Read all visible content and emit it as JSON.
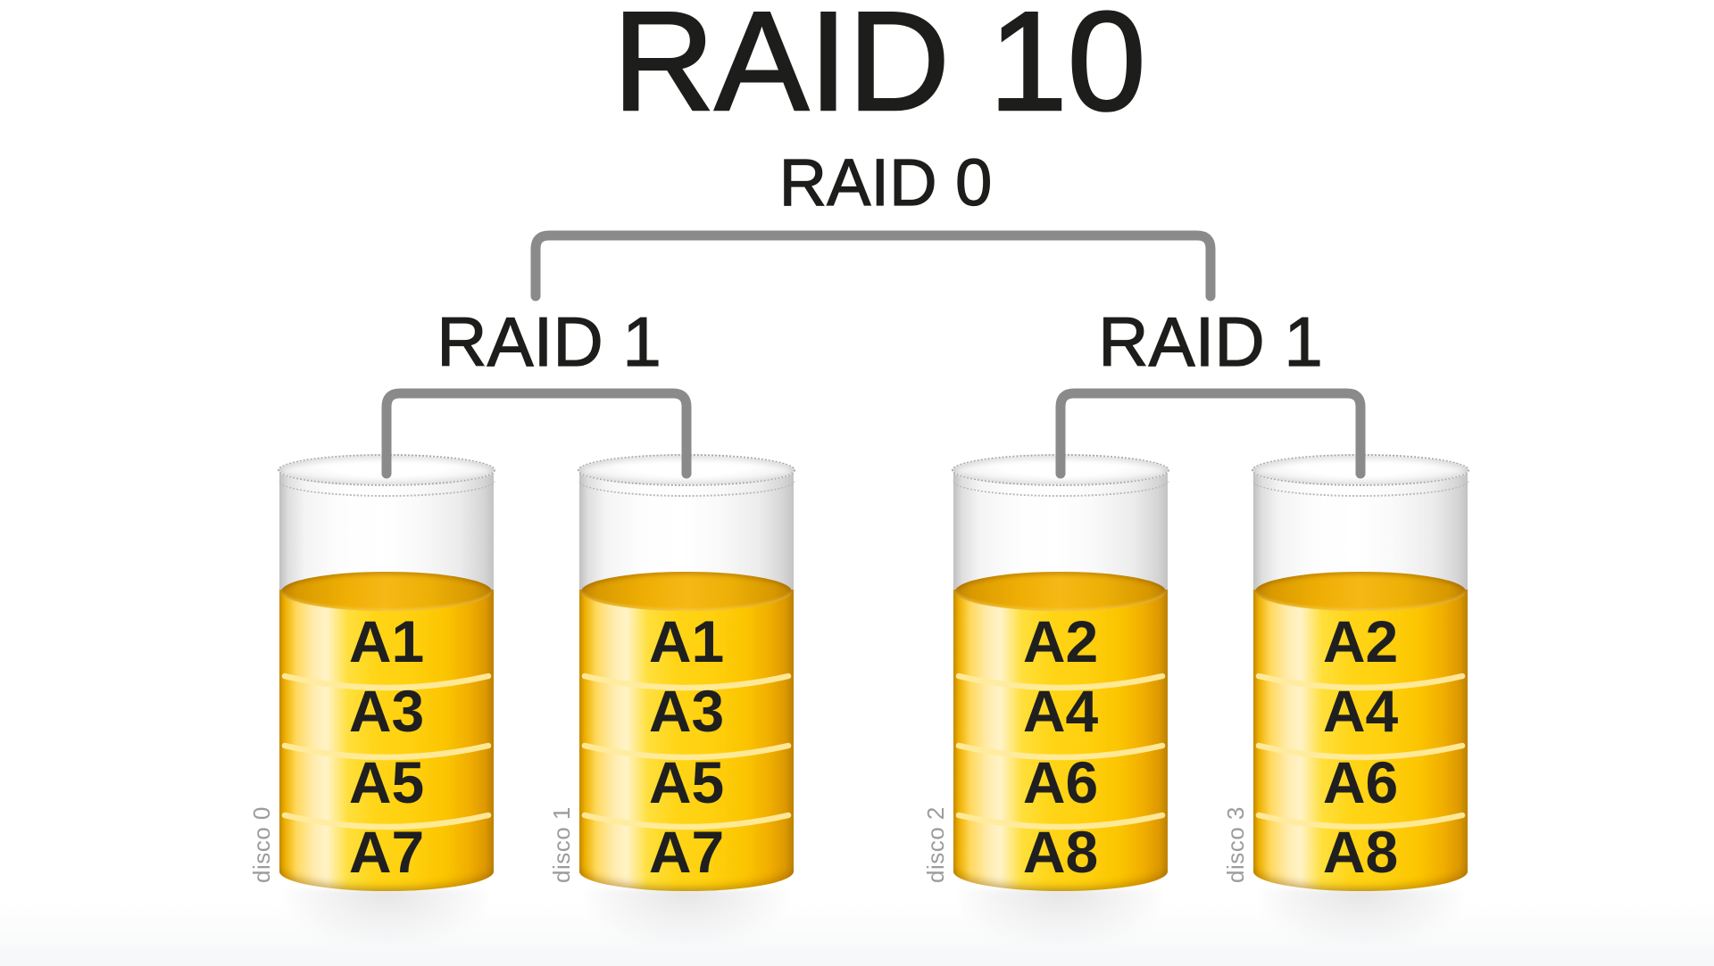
{
  "title": "RAID 10",
  "tree": {
    "root_label": "RAID 0",
    "groups": [
      {
        "label": "RAID 1",
        "disks": [
          {
            "name": "disco 0",
            "blocks": [
              "A1",
              "A3",
              "A5",
              "A7"
            ]
          },
          {
            "name": "disco 1",
            "blocks": [
              "A1",
              "A3",
              "A5",
              "A7"
            ]
          }
        ]
      },
      {
        "label": "RAID 1",
        "disks": [
          {
            "name": "disco 2",
            "blocks": [
              "A2",
              "A4",
              "A6",
              "A8"
            ]
          },
          {
            "name": "disco 3",
            "blocks": [
              "A2",
              "A4",
              "A6",
              "A8"
            ]
          }
        ]
      }
    ]
  },
  "colors": {
    "title_text": "#1d1d1b",
    "block_text": "#1f1f1f",
    "disco_text": "#9c9c9c",
    "bracket_gray": "#8a8a8a",
    "disk_yellow": "#ffd517",
    "disk_amber": "#e9a703",
    "disk_silver": "#ececec"
  }
}
